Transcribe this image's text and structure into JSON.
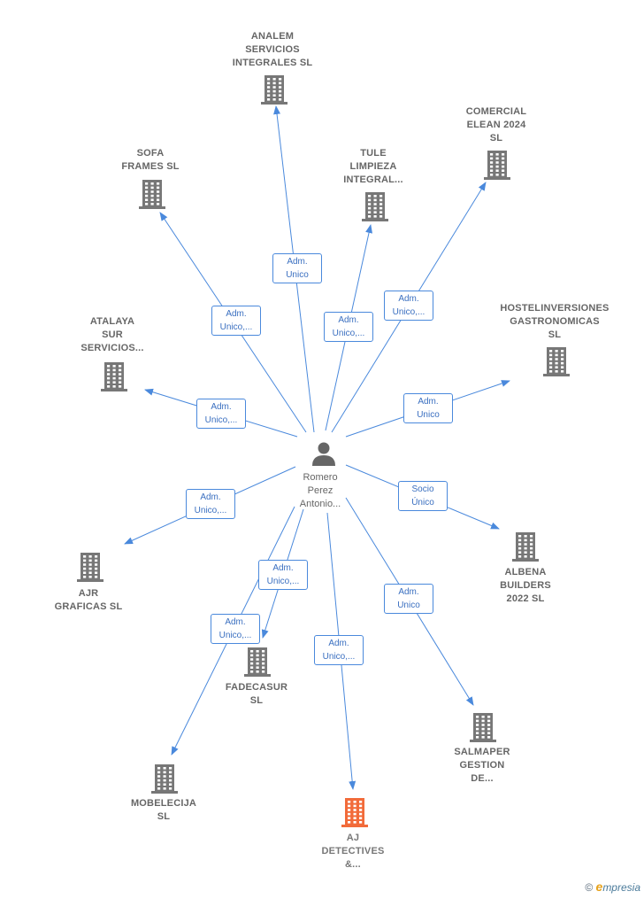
{
  "colors": {
    "edge": "#4a89dc",
    "building": "#777777",
    "highlight": "#f26b3a",
    "person": "#666666"
  },
  "center": {
    "label": [
      "Romero",
      "Perez",
      "Antonio..."
    ],
    "icon": "person-icon"
  },
  "nodes": [
    {
      "id": "analem",
      "label": [
        "ANALEM",
        "SERVICIOS",
        "INTEGRALES SL"
      ],
      "icon": "building-icon",
      "highlight": false
    },
    {
      "id": "comercial",
      "label": [
        "COMERCIAL",
        "ELEAN 2024",
        "SL"
      ],
      "icon": "building-icon",
      "highlight": false
    },
    {
      "id": "sofa",
      "label": [
        "SOFA",
        "FRAMES  SL"
      ],
      "icon": "building-icon",
      "highlight": false
    },
    {
      "id": "tule",
      "label": [
        "TULE",
        "LIMPIEZA",
        "INTEGRAL..."
      ],
      "icon": "building-icon",
      "highlight": false
    },
    {
      "id": "hostel",
      "label": [
        "HOSTELINVERSIONES",
        "GASTRONOMICAS",
        "SL"
      ],
      "icon": "building-icon",
      "highlight": false
    },
    {
      "id": "atalaya",
      "label": [
        "ATALAYA",
        "SUR",
        "SERVICIOS..."
      ],
      "icon": "building-icon",
      "highlight": false
    },
    {
      "id": "albena",
      "label": [
        "ALBENA",
        "BUILDERS",
        "2022  SL"
      ],
      "icon": "building-icon",
      "highlight": false
    },
    {
      "id": "ajr",
      "label": [
        "AJR",
        "GRAFICAS  SL"
      ],
      "icon": "building-icon",
      "highlight": false
    },
    {
      "id": "fadecasur",
      "label": [
        "FADECASUR",
        "SL"
      ],
      "icon": "building-icon",
      "highlight": false
    },
    {
      "id": "salmaper",
      "label": [
        "SALMAPER",
        "GESTION",
        "DE..."
      ],
      "icon": "building-icon",
      "highlight": false
    },
    {
      "id": "mobelecija",
      "label": [
        "MOBELECIJA",
        "SL"
      ],
      "icon": "building-icon",
      "highlight": false
    },
    {
      "id": "aj",
      "label": [
        "AJ",
        "DETECTIVES",
        "&..."
      ],
      "icon": "building-icon",
      "highlight": true
    }
  ],
  "edges": [
    {
      "to": "analem",
      "label": [
        "Adm.",
        "Unico"
      ]
    },
    {
      "to": "comercial",
      "label": [
        "Adm.",
        "Unico,..."
      ]
    },
    {
      "to": "sofa",
      "label": [
        "Adm.",
        "Unico,..."
      ]
    },
    {
      "to": "tule",
      "label": [
        "Adm.",
        "Unico,..."
      ]
    },
    {
      "to": "hostel",
      "label": [
        "Adm.",
        "Unico"
      ]
    },
    {
      "to": "atalaya",
      "label": [
        "Adm.",
        "Unico,..."
      ]
    },
    {
      "to": "albena",
      "label": [
        "Socio",
        "Único"
      ]
    },
    {
      "to": "ajr",
      "label": [
        "Adm.",
        "Unico,..."
      ]
    },
    {
      "to": "fadecasur",
      "label": [
        "Adm.",
        "Unico,..."
      ]
    },
    {
      "to": "salmaper",
      "label": [
        "Adm.",
        "Unico"
      ]
    },
    {
      "to": "mobelecija",
      "label": [
        "Adm.",
        "Unico,..."
      ]
    },
    {
      "to": "aj",
      "label": [
        "Adm.",
        "Unico,..."
      ]
    }
  ],
  "footer": {
    "copyright": "©",
    "brand_first": "e",
    "brand_rest": "mpresia"
  }
}
